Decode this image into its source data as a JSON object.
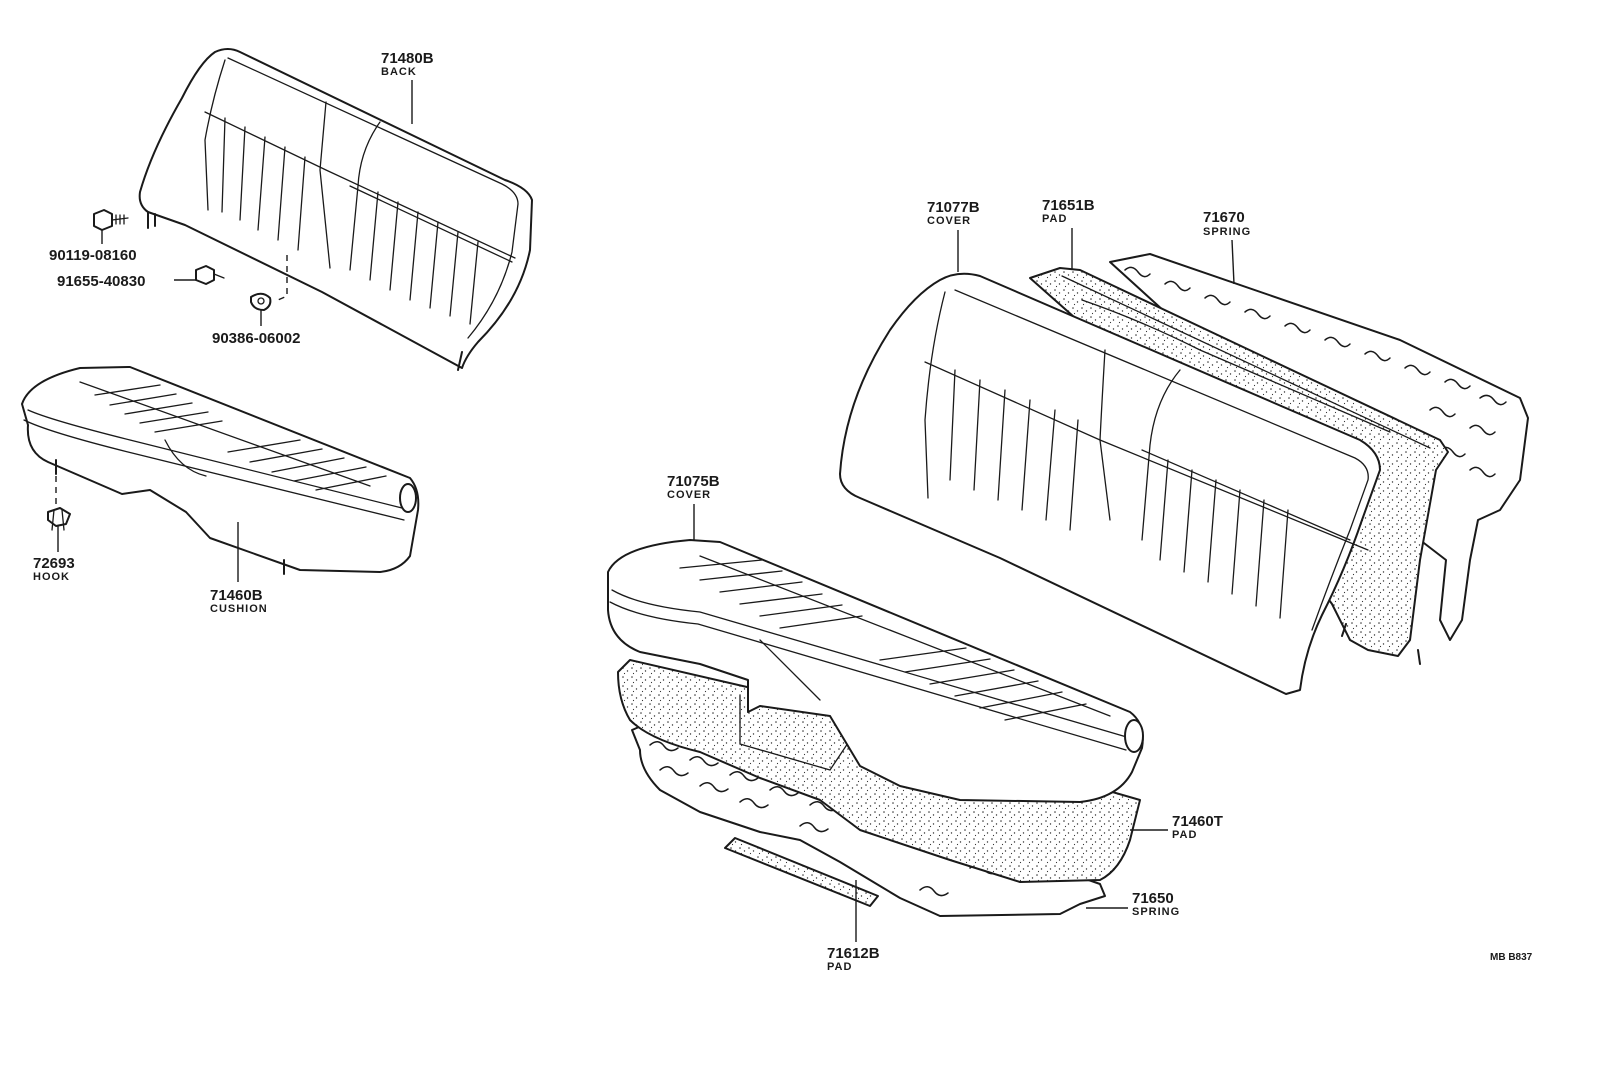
{
  "diagram": {
    "parts": {
      "back_left": {
        "number": "71480B",
        "desc": "BACK"
      },
      "bolt": {
        "number": "90119-08160"
      },
      "nut": {
        "number": "91655-40830"
      },
      "clip": {
        "number": "90386-06002"
      },
      "hook": {
        "number": "72693",
        "desc": "HOOK"
      },
      "cushion_left": {
        "number": "71460B",
        "desc": "CUSHION"
      },
      "back_cover": {
        "number": "71077B",
        "desc": "COVER"
      },
      "back_pad": {
        "number": "71651B",
        "desc": "PAD"
      },
      "back_spring": {
        "number": "71670",
        "desc": "SPRING"
      },
      "cushion_cover": {
        "number": "71075B",
        "desc": "COVER"
      },
      "cushion_pad": {
        "number": "71460T",
        "desc": "PAD"
      },
      "cushion_spring": {
        "number": "71650",
        "desc": "SPRING"
      },
      "pad_strip": {
        "number": "71612B",
        "desc": "PAD"
      }
    },
    "figure_code": "MB B837"
  }
}
